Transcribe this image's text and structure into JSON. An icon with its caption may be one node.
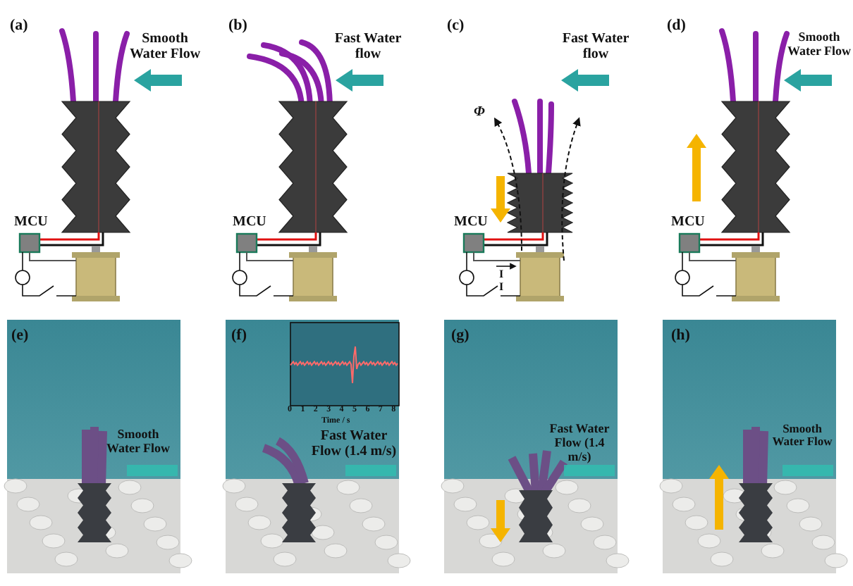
{
  "diagram": {
    "labels": [
      "(a)",
      "Smooth Water Flow",
      "MCU",
      "(b)",
      "Fast Water flow",
      "MCU",
      "(c)",
      "Fast Water flow",
      "Φ",
      "MCU",
      "I",
      "I",
      "(d)",
      "Smooth Water Flow",
      "MCU",
      "(e)",
      "Smooth Water Flow",
      "(f)",
      "0",
      "1",
      "2",
      "3",
      "4",
      "5",
      "6",
      "7",
      "8",
      "Time / s",
      "Fast Water Flow (1.4 m/s)",
      "(g)",
      "Fast Water Flow (1.4 m/s)",
      "(h)",
      "Smooth Water Flow"
    ]
  }
}
